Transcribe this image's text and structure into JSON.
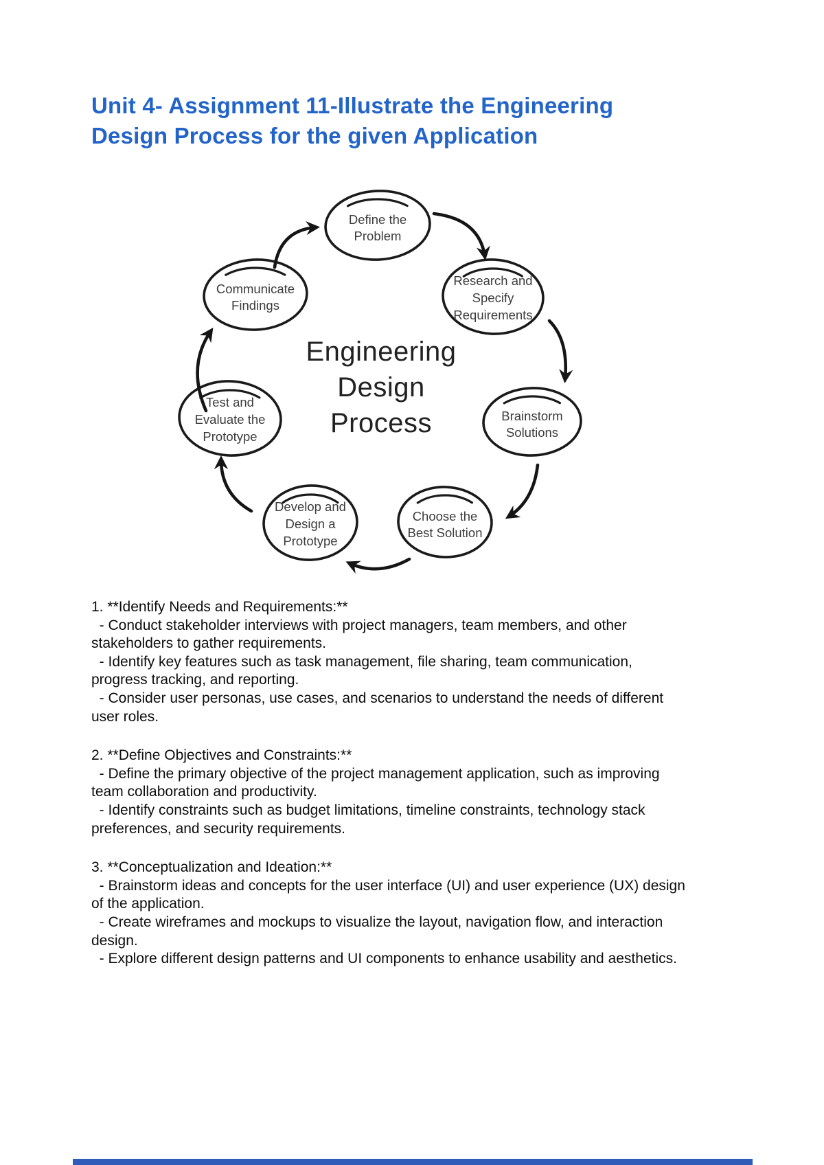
{
  "page": {
    "title": "Unit 4- Assignment 11-Illustrate the Engineering Design Process for the given Application",
    "title_color": "#2364c8",
    "background_color": "#ffffff",
    "footer_bar_color": "#2e5cb8"
  },
  "diagram": {
    "ink_color": "#1a1a1a",
    "center_label": {
      "line1": "Engineering",
      "line2": "Design",
      "line3": "Process"
    },
    "nodes": [
      {
        "name": "define-the-problem",
        "lines": [
          "Define the",
          "Problem"
        ]
      },
      {
        "name": "research-and-specify-requirements",
        "lines": [
          "Research and",
          "Specify",
          "Requirements"
        ]
      },
      {
        "name": "brainstorm-solutions",
        "lines": [
          "Brainstorm",
          "Solutions"
        ]
      },
      {
        "name": "choose-the-best-solution",
        "lines": [
          "Choose the",
          "Best Solution"
        ]
      },
      {
        "name": "develop-and-design-a-prototype",
        "lines": [
          "Develop and",
          "Design a",
          "Prototype"
        ]
      },
      {
        "name": "test-and-evaluate-the-prototype",
        "lines": [
          "Test and",
          "Evaluate the",
          "Prototype"
        ]
      },
      {
        "name": "communicate-findings",
        "lines": [
          "Communicate",
          "Findings"
        ]
      }
    ]
  },
  "body": {
    "sections": [
      {
        "heading": "1. **Identify Needs and Requirements:**",
        "lines": [
          "  - Conduct stakeholder interviews with project managers, team members, and other",
          "stakeholders to gather requirements.",
          "  - Identify key features such as task management, file sharing, team communication,",
          "progress tracking, and reporting.",
          "  - Consider user personas, use cases, and scenarios to understand the needs of different",
          "user roles."
        ]
      },
      {
        "heading": "2. **Define Objectives and Constraints:**",
        "lines": [
          "  - Define the primary objective of the project management application, such as improving",
          "team collaboration and productivity.",
          "  - Identify constraints such as budget limitations, timeline constraints, technology stack",
          "preferences, and security requirements."
        ]
      },
      {
        "heading": "3. **Conceptualization and Ideation:**",
        "lines": [
          "  - Brainstorm ideas and concepts for the user interface (UI) and user experience (UX) design",
          "of the application.",
          "  - Create wireframes and mockups to visualize the layout, navigation flow, and interaction",
          "design.",
          "  - Explore different design patterns and UI components to enhance usability and aesthetics."
        ]
      }
    ]
  }
}
